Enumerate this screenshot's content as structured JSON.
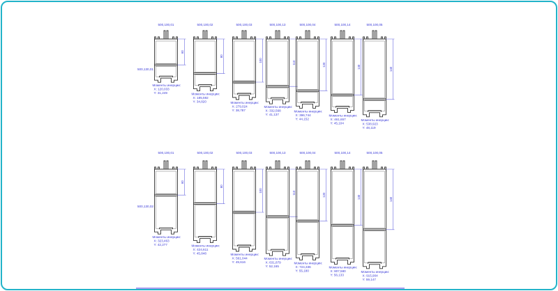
{
  "inertia_label": "Моменты инерции:",
  "rows": [
    {
      "base_code": "500,130,01",
      "profiles": [
        {
          "code": "500,100,01",
          "dim": "60",
          "x": "120,033",
          "y": "31,249"
        },
        {
          "code": "500,100,02",
          "dim": "80",
          "x": "185,592",
          "y": "34,820"
        },
        {
          "code": "500,100,03",
          "dim": "100",
          "x": "279,024",
          "y": "38,787"
        },
        {
          "code": "500,100,13",
          "dim": "110",
          "x": "332,568",
          "y": "41,137"
        },
        {
          "code": "500,100,04",
          "dim": "120",
          "x": "396,744",
          "y": "44,152"
        },
        {
          "code": "500,100,14",
          "dim": "130",
          "x": "461,657",
          "y": "45,104"
        },
        {
          "code": "500,100,05",
          "dim": "140",
          "x": "538,923",
          "y": "48,119"
        }
      ]
    },
    {
      "base_code": "500,130,02",
      "profiles": [
        {
          "code": "500,100,01",
          "dim": "60",
          "x": "323,463",
          "y": "42,277"
        },
        {
          "code": "500,100,02",
          "dim": "80",
          "x": "424,611",
          "y": "45,848"
        },
        {
          "code": "500,100,03",
          "dim": "100",
          "x": "561,044",
          "y": "49,616"
        },
        {
          "code": "500,100,13",
          "dim": "110",
          "x": "631,879",
          "y": "52,165"
        },
        {
          "code": "500,100,04",
          "dim": "120",
          "x": "724,336",
          "y": "55,180"
        },
        {
          "code": "500,100,14",
          "dim": "130",
          "x": "807,580",
          "y": "56,133"
        },
        {
          "code": "500,100,05",
          "dim": "140",
          "x": "915,904",
          "y": "59,147"
        }
      ]
    }
  ]
}
